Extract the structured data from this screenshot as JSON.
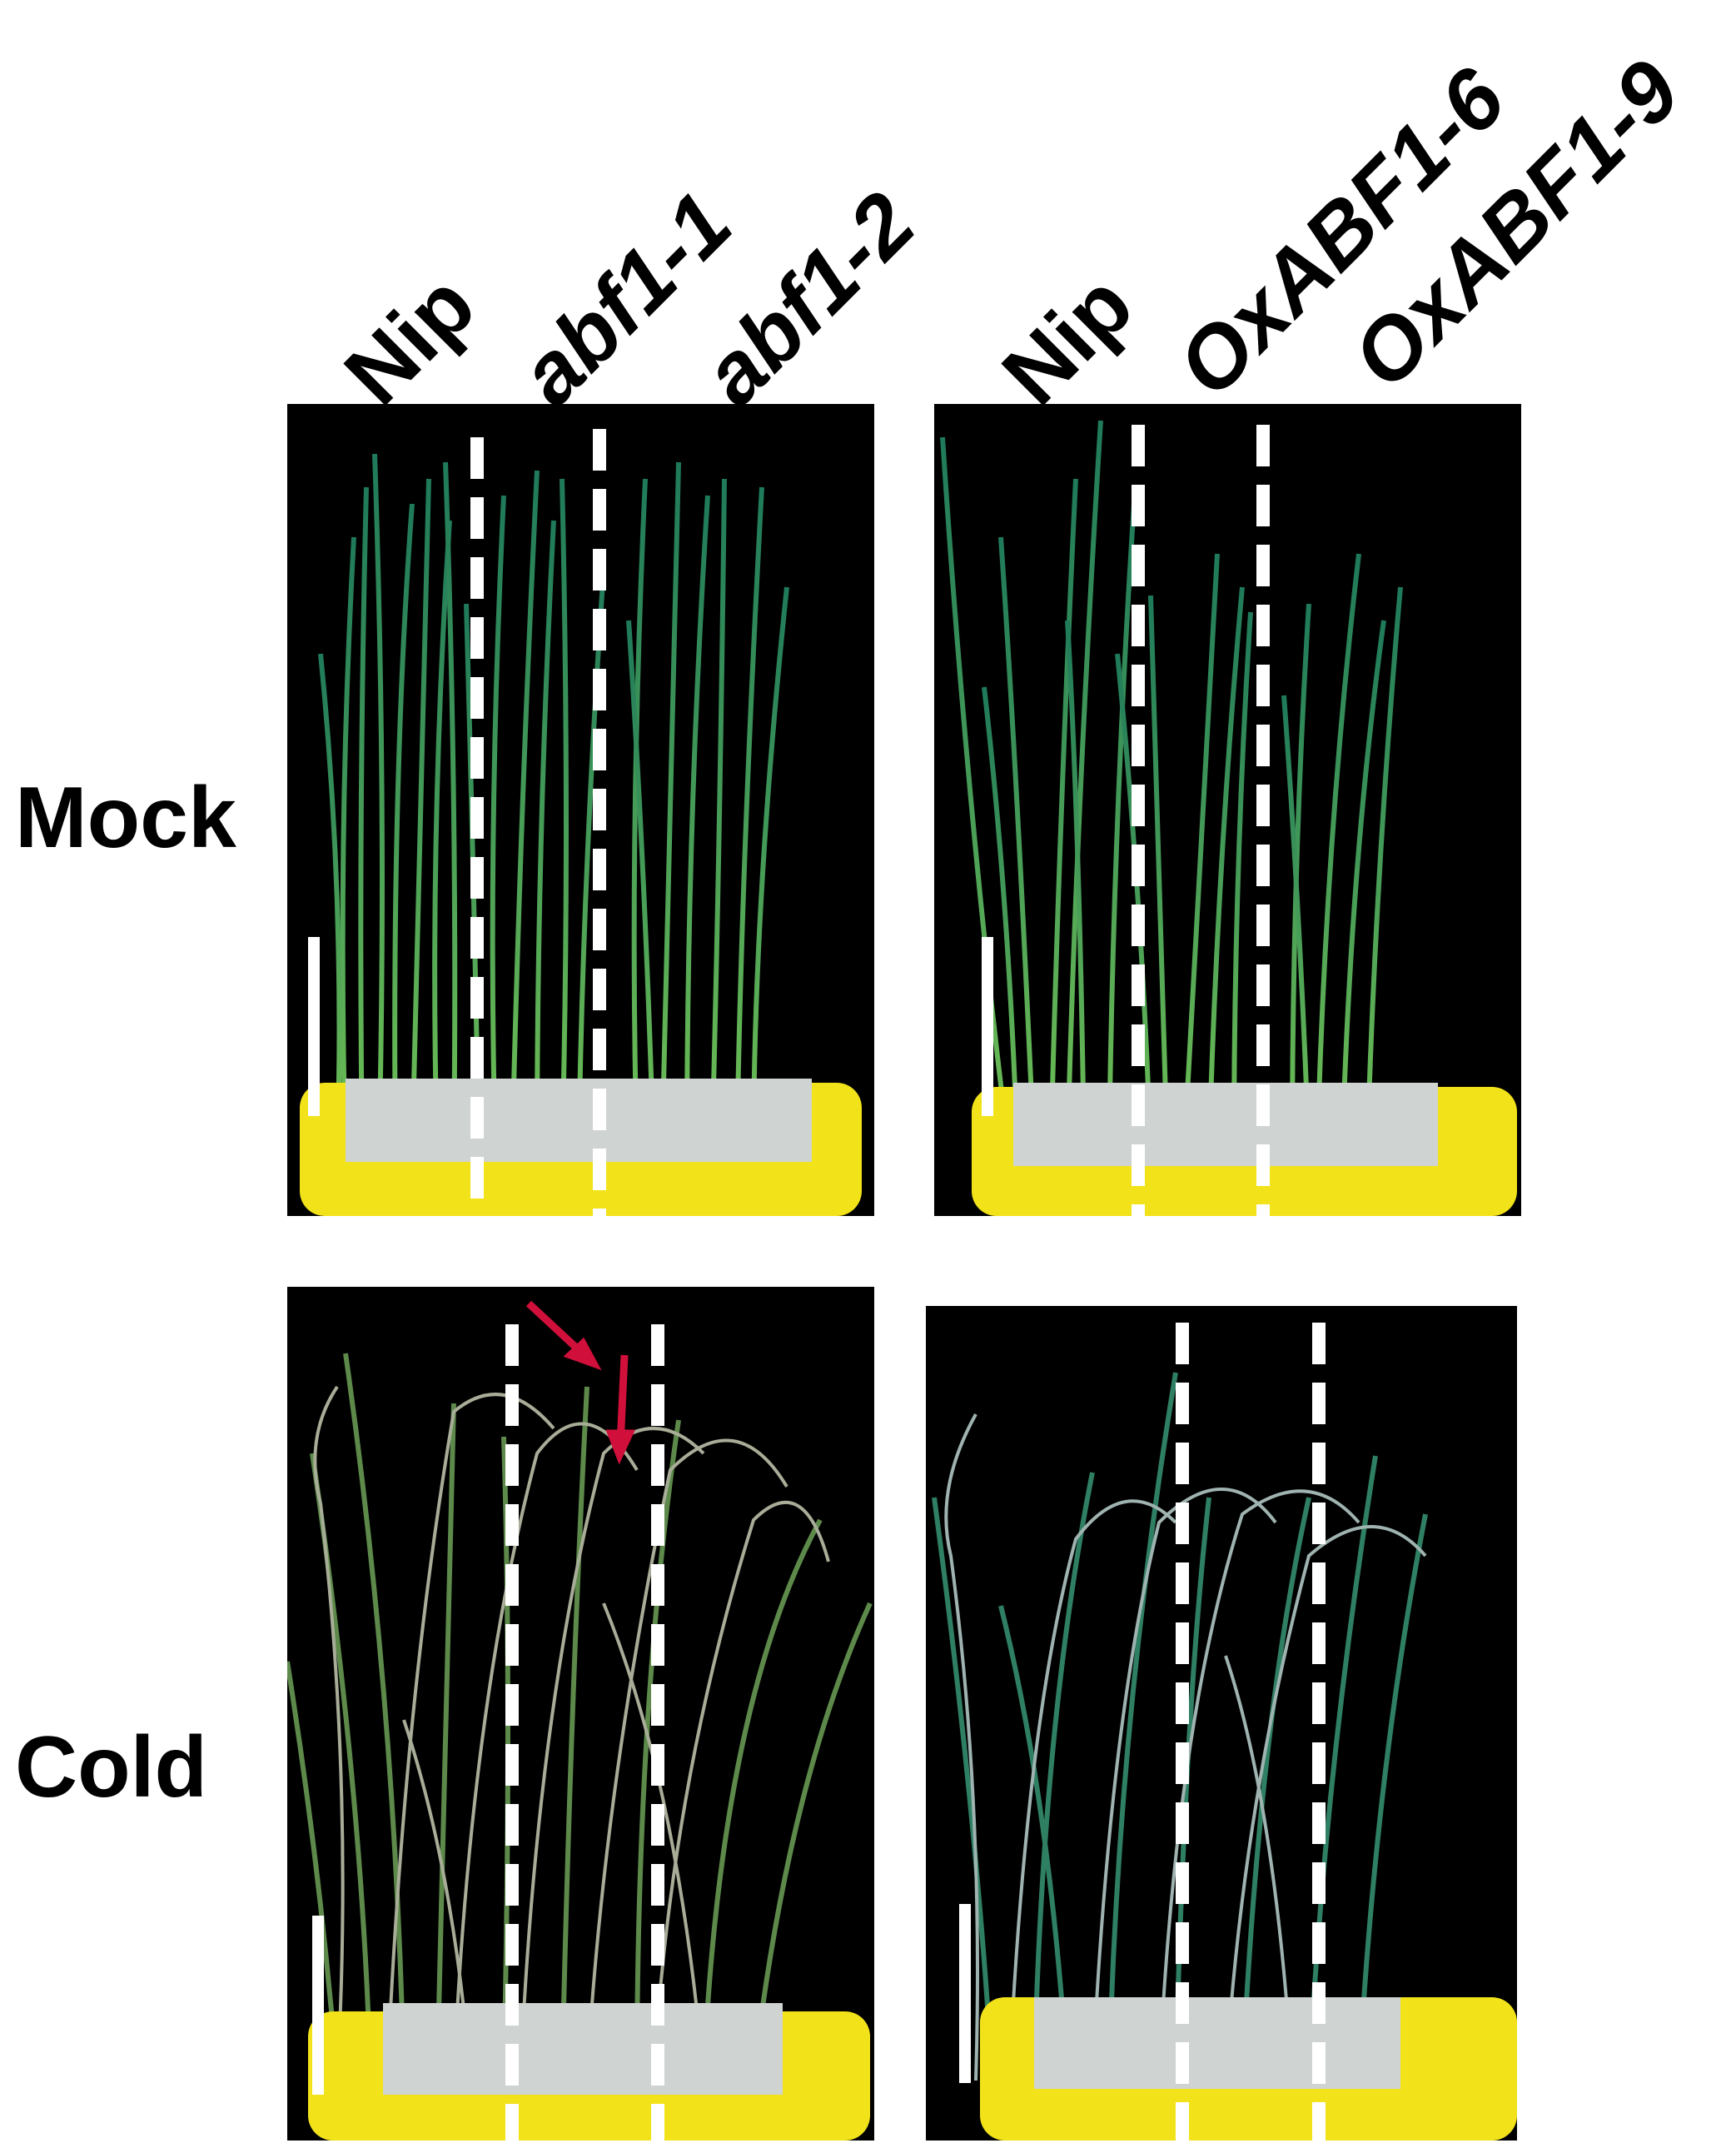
{
  "column_labels": {
    "left": [
      "Nip",
      "abf1-1",
      "abf1-2"
    ],
    "right": [
      "Nip",
      "OxABF1-6",
      "OxABF1-9"
    ]
  },
  "row_labels": [
    "Mock",
    "Cold"
  ],
  "panels": [
    {
      "id": "mock-mutant",
      "condition": "Mock",
      "genotypes": "left",
      "plant_state": "healthy"
    },
    {
      "id": "mock-overexpression",
      "condition": "Mock",
      "genotypes": "right",
      "plant_state": "healthy"
    },
    {
      "id": "cold-mutant",
      "condition": "Cold",
      "genotypes": "left",
      "plant_state": "wilted",
      "has_arrows": true
    },
    {
      "id": "cold-overexpression",
      "condition": "Cold",
      "genotypes": "right",
      "plant_state": "wilted"
    }
  ],
  "colors": {
    "background": "#000000",
    "leaf_healthy": "#2e8b57",
    "leaf_stressed": "#8a9a7a",
    "tray": "#f2e21a",
    "plate": "#cfd3d2",
    "divider": "#ffffff",
    "arrow": "#d0103a",
    "scale_bar": "#ffffff"
  }
}
